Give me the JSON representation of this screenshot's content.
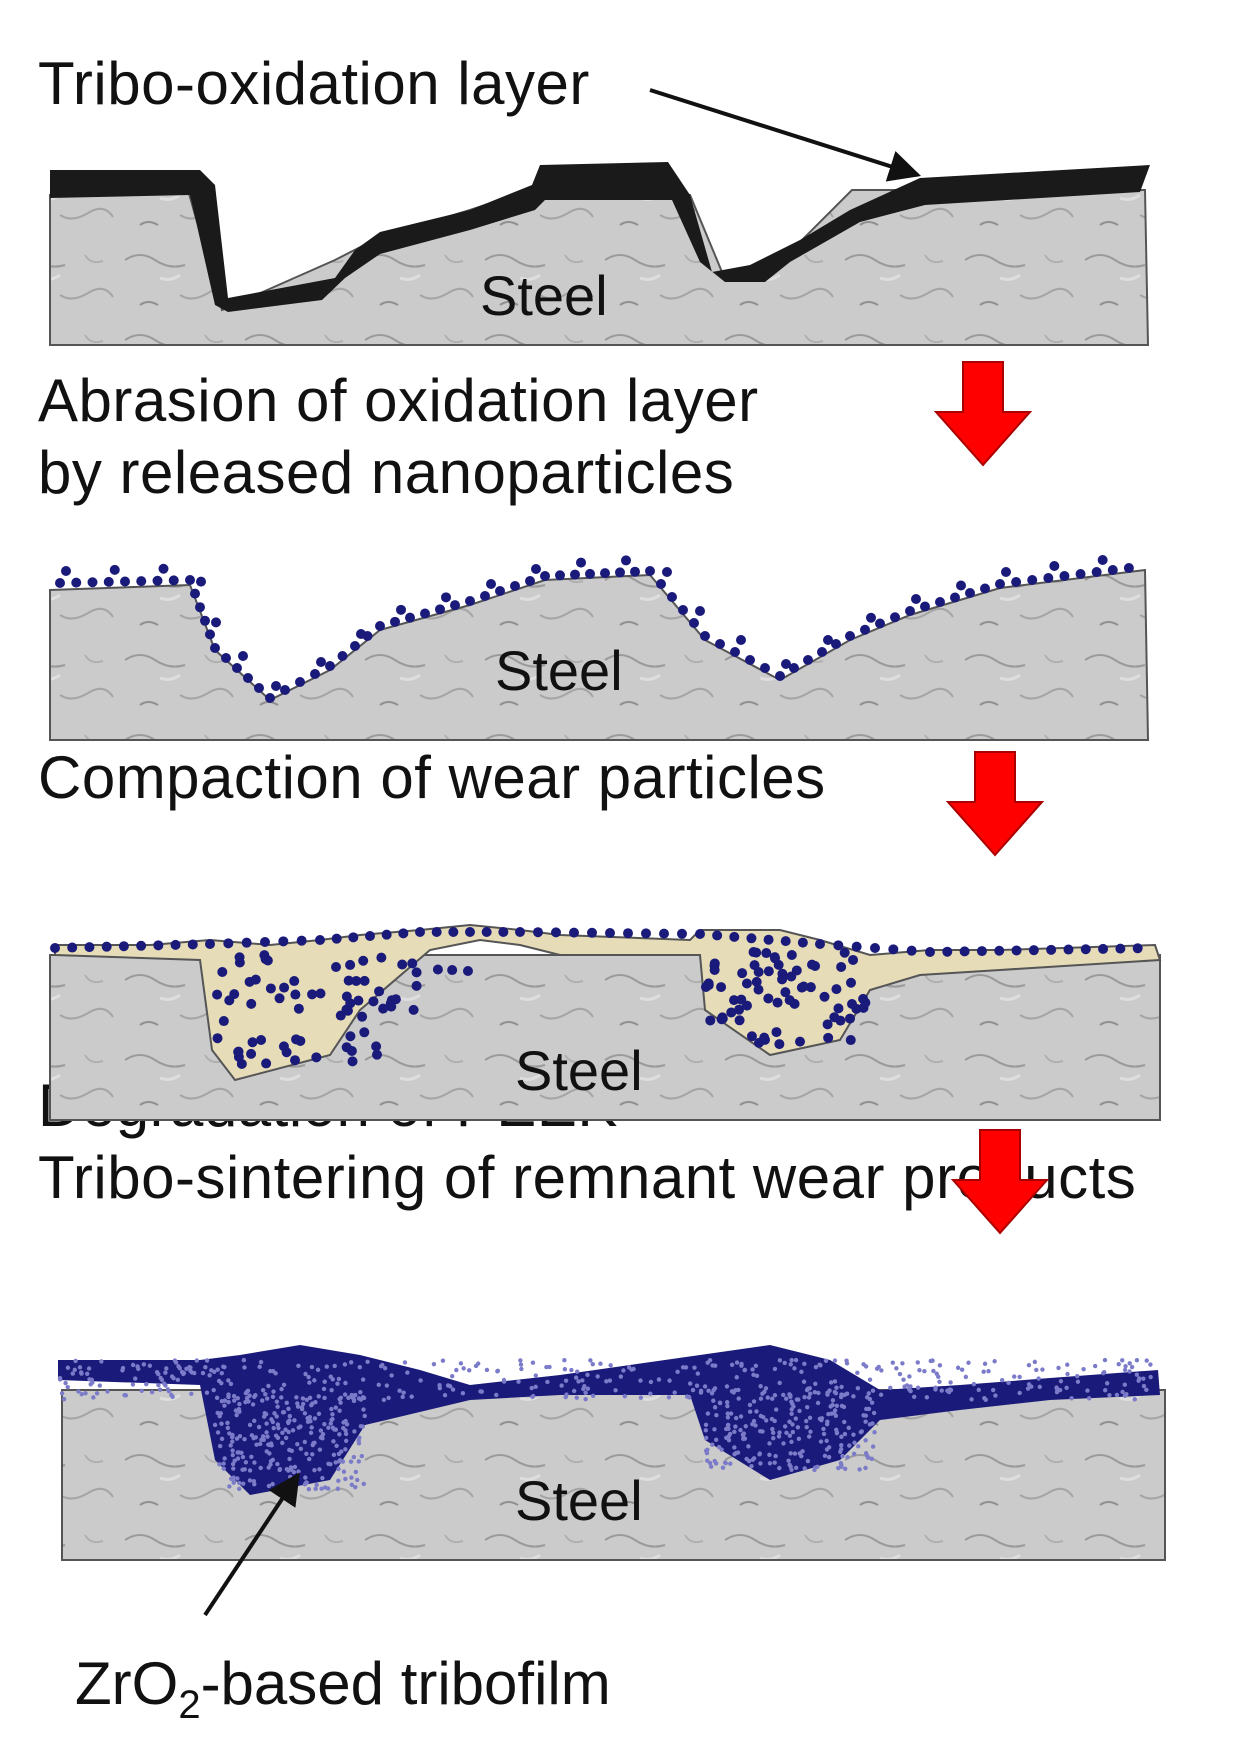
{
  "stages": [
    {
      "title_lines": [
        "Tribo-oxidation layer"
      ],
      "substrate_label": "Steel"
    },
    {
      "title_lines": [
        "Abrasion of oxidation layer",
        "by released nanoparticles"
      ],
      "substrate_label": "Steel"
    },
    {
      "title_lines": [
        "Compaction of wear particles"
      ],
      "substrate_label": "Steel"
    },
    {
      "title_lines": [
        "Degradation of PEEK",
        "Tribo-sintering of remnant wear products"
      ],
      "substrate_label": "Steel"
    }
  ],
  "tribofilm_caption": {
    "prefix": "ZrO",
    "subscript": "2",
    "suffix": "-based tribofilm"
  },
  "colors": {
    "steel": "#c8c8c8",
    "oxide_layer": "#1a1a1a",
    "nanoparticle": "#1a1a7a",
    "compacted_fill": "#e6dcb8",
    "arrow_red": "#ff0000"
  },
  "icons": [
    "down-arrow-icon",
    "pointer-arrow-icon"
  ]
}
